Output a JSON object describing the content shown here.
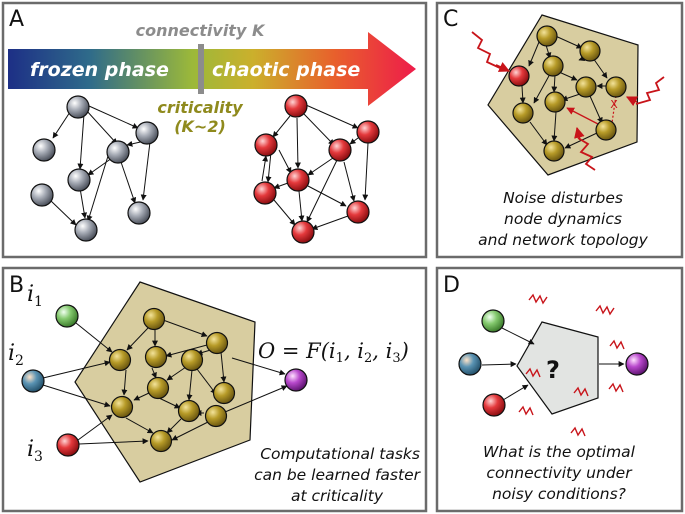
{
  "panels": {
    "a": {
      "label": "A",
      "connectivity_label": "connectivity K",
      "frozen_label": "frozen phase",
      "chaotic_label": "chaotic phase",
      "criticality_line1": "criticality",
      "criticality_line2": "(K~2)"
    },
    "b": {
      "label": "B",
      "input_1": "i",
      "input_1_sub": "1",
      "input_2": "i",
      "input_2_sub": "2",
      "input_3": "i",
      "input_3_sub": "3",
      "output_formula": "O = F(i",
      "output_formula_rest": ", i",
      "output_formula_end": ")",
      "caption_line1": "Computational tasks",
      "caption_line2": "can be learned faster",
      "caption_line3": "at criticality"
    },
    "c": {
      "label": "C",
      "caption_line1": "Noise disturbes",
      "caption_line2": "node dynamics",
      "caption_line3": "and network topology"
    },
    "d": {
      "label": "D",
      "question_mark": "?",
      "caption_line1": "What is the optimal",
      "caption_line2": "connectivity under",
      "caption_line3": "noisy conditions?"
    }
  },
  "colors": {
    "frozen_node": "#8a8f9a",
    "chaotic_node": "#d8262b",
    "network_node": "#b49a2a",
    "network_region": "#d8cda0",
    "input_green": "#7dc46a",
    "input_blue": "#4d88a8",
    "input_red": "#d8262b",
    "output_purple": "#b23fc8",
    "criticality_text": "#8f8a1d",
    "connectivity_text": "#8c8c8c",
    "noise_red": "#c8141a",
    "black_box": "#e2e4e2"
  },
  "icons": [
    "arrow-icon",
    "noise-zigzag-icon",
    "question-icon"
  ]
}
